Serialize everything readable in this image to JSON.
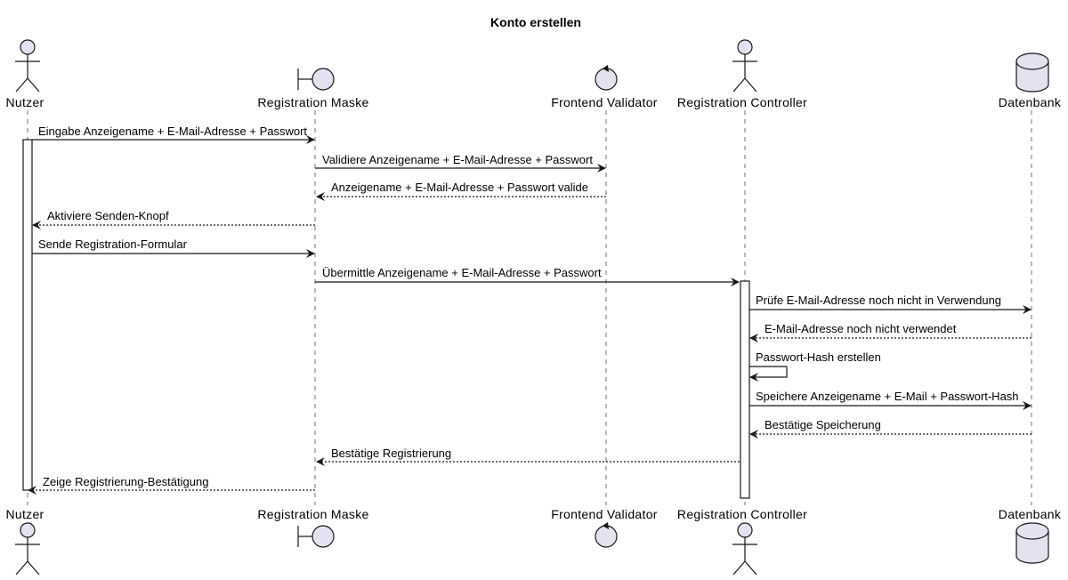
{
  "diagram": {
    "title": "Konto erstellen",
    "participants": [
      {
        "id": "nutzer",
        "label": "Nutzer",
        "kind": "actor"
      },
      {
        "id": "maske",
        "label": "Registration Maske",
        "kind": "boundary"
      },
      {
        "id": "validator",
        "label": "Frontend Validator",
        "kind": "control"
      },
      {
        "id": "controller",
        "label": "Registration Controller",
        "kind": "actor"
      },
      {
        "id": "db",
        "label": "Datenbank",
        "kind": "database"
      }
    ],
    "messages": [
      {
        "from": "nutzer",
        "to": "maske",
        "label": "Eingabe Anzeigename + E-Mail-Adresse + Passwort",
        "style": "solid"
      },
      {
        "from": "maske",
        "to": "validator",
        "label": "Validiere Anzeigename + E-Mail-Adresse + Passwort",
        "style": "solid"
      },
      {
        "from": "validator",
        "to": "maske",
        "label": "Anzeigename + E-Mail-Adresse + Passwort valide",
        "style": "dashed"
      },
      {
        "from": "maske",
        "to": "nutzer",
        "label": "Aktiviere Senden-Knopf",
        "style": "dashed"
      },
      {
        "from": "nutzer",
        "to": "maske",
        "label": "Sende Registration-Formular",
        "style": "solid"
      },
      {
        "from": "maske",
        "to": "controller",
        "label": "Übermittle Anzeigename + E-Mail-Adresse + Passwort",
        "style": "solid"
      },
      {
        "from": "controller",
        "to": "db",
        "label": "Prüfe E-Mail-Adresse noch nicht in Verwendung",
        "style": "solid"
      },
      {
        "from": "db",
        "to": "controller",
        "label": "E-Mail-Adresse noch nicht verwendet",
        "style": "dashed"
      },
      {
        "from": "controller",
        "to": "controller",
        "label": "Passwort-Hash erstellen",
        "style": "solid"
      },
      {
        "from": "controller",
        "to": "db",
        "label": "Speichere Anzeigename + E-Mail + Passwort-Hash",
        "style": "solid"
      },
      {
        "from": "db",
        "to": "controller",
        "label": "Bestätige Speicherung",
        "style": "dashed"
      },
      {
        "from": "controller",
        "to": "maske",
        "label": "Bestätige Registrierung",
        "style": "dashed"
      },
      {
        "from": "maske",
        "to": "nutzer",
        "label": "Zeige Registrierung-Bestätigung",
        "style": "dashed"
      }
    ],
    "colors": {
      "figure_fill": "#E2E2F0",
      "line": "#181818",
      "activation_fill": "#FFFFFF"
    }
  }
}
